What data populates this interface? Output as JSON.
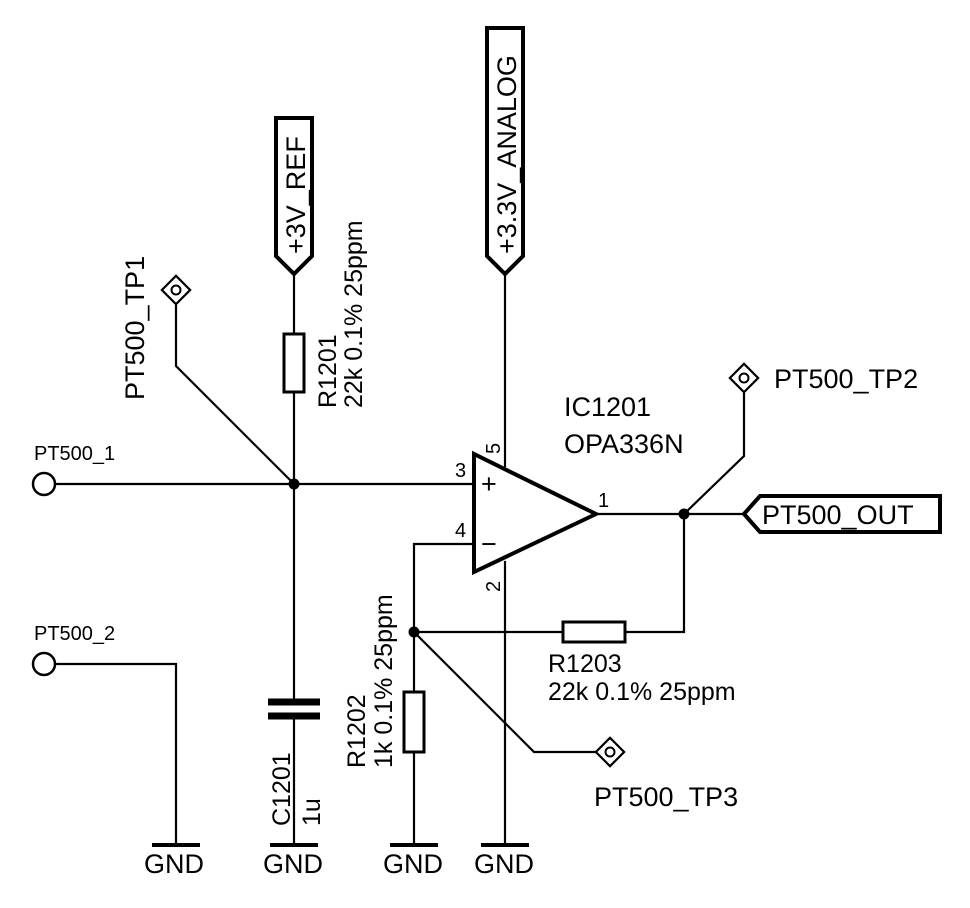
{
  "ports": {
    "pt500_1": "PT500_1",
    "pt500_2": "PT500_2",
    "pt500_out": "PT500_OUT"
  },
  "power": {
    "ref": "+3V_REF",
    "analog": "+3.3V_ANALOG",
    "gnd": "GND"
  },
  "testpoints": {
    "tp1": "PT500_TP1",
    "tp2": "PT500_TP2",
    "tp3": "PT500_TP3"
  },
  "components": {
    "r1201": {
      "ref": "R1201",
      "value": "22k 0.1% 25ppm"
    },
    "r1202": {
      "ref": "R1202",
      "value": "1k 0.1% 25ppm"
    },
    "r1203": {
      "ref": "R1203",
      "value": "22k 0.1% 25ppm"
    },
    "c1201": {
      "ref": "C1201",
      "value": "1u"
    },
    "ic1201": {
      "ref": "IC1201",
      "value": "OPA336N"
    }
  },
  "opamp_pins": {
    "plus_sign": "+",
    "minus_sign": "−",
    "in_plus": "3",
    "in_minus": "4",
    "vcc": "5",
    "gnd": "2",
    "out": "1"
  }
}
